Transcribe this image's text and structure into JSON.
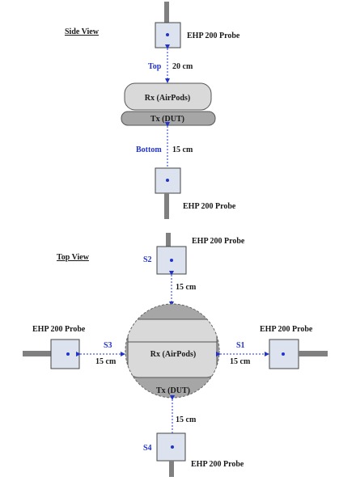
{
  "side_view": {
    "title": "Side View",
    "probe_label_top": "EHP 200 Probe",
    "probe_label_bottom": "EHP 200 Probe",
    "top_tag": "Top",
    "top_distance": "20 cm",
    "bottom_tag": "Bottom",
    "bottom_distance": "15 cm",
    "rx_label": "Rx (AirPods)",
    "tx_label": "Tx (DUT)"
  },
  "top_view": {
    "title": "Top View",
    "probe_label_s2": "EHP 200 Probe",
    "probe_label_s3": "EHP 200 Probe",
    "probe_label_s1": "EHP 200 Probe",
    "probe_label_s4": "EHP 200 Probe",
    "s1": "S1",
    "s2": "S2",
    "s3": "S3",
    "s4": "S4",
    "dist_s1": "15 cm",
    "dist_s2": "15 cm",
    "dist_s3": "15 cm",
    "dist_s4": "15 cm",
    "rx_label": "Rx (AirPods)",
    "tx_label": "Tx (DUT)"
  },
  "colors": {
    "probe_fill": "#dde3ee",
    "probe_stroke": "#444444",
    "rod": "#808080",
    "rx_fill": "#d9d9d9",
    "tx_fill": "#a6a6a6",
    "arrow": "#2233cc",
    "tag": "#2233cc"
  }
}
